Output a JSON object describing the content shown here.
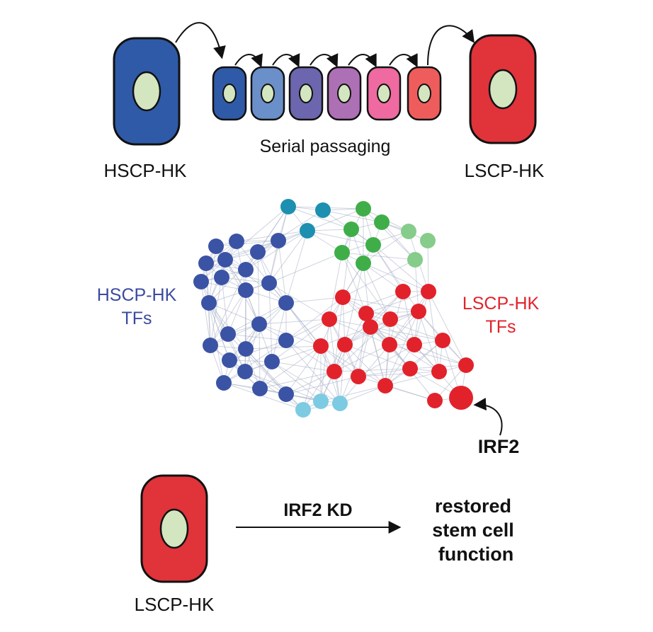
{
  "top": {
    "start_label": "HSCP-HK",
    "end_label": "LSCP-HK",
    "process_label": "Serial passaging",
    "colors": {
      "start": "#2f5aa8",
      "end": "#e0333a",
      "passages": [
        "#2f5aa8",
        "#6a8fc9",
        "#6b66ad",
        "#ad70b4",
        "#ee6aa0",
        "#ef5c5c"
      ],
      "nucleus": "#d3e6c0"
    }
  },
  "network": {
    "left_label_line1": "HSCP-HK",
    "left_label_line2": "TFs",
    "right_label_line1": "LSCP-HK",
    "right_label_line2": "TFs",
    "highlight_label": "IRF2",
    "colors": {
      "hscp_tfs": "#3b53a4",
      "lscp_tfs": "#e2222b",
      "teal": "#1d8fb0",
      "green": "#3fae49",
      "light_green": "#86cc8a",
      "light_blue": "#7ccbe2",
      "edge": "#a7b0c6",
      "left_label": "#3b4aa0",
      "right_label": "#e2222b"
    }
  },
  "bottom": {
    "cell_label": "LSCP-HK",
    "arrow_label": "IRF2 KD",
    "outcome_line1": "restored",
    "outcome_line2": "stem cell",
    "outcome_line3": "function"
  }
}
